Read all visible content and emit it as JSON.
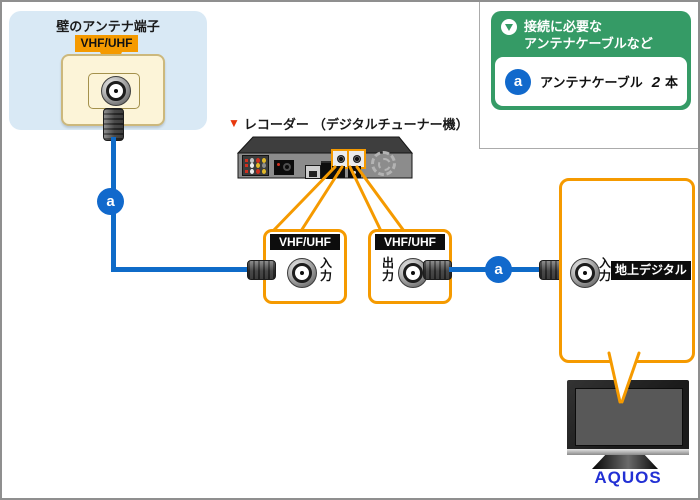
{
  "wall": {
    "title": "壁のアンテナ端子",
    "label": "VHF/UHF"
  },
  "legend": {
    "heading1": "接続に必要な",
    "heading2": "アンテナケーブルなど",
    "badge": "a",
    "item_label": "アンテナケーブル",
    "count_number": "2",
    "count_unit": "本"
  },
  "recorder": {
    "marker": "▼",
    "name": "レコーダー",
    "note": "（デジタルチューナー機）"
  },
  "boxes": {
    "input": {
      "banner": "VHF/UHF",
      "port": "入力"
    },
    "output": {
      "banner": "VHF/UHF",
      "port": "出力"
    },
    "tv": {
      "port": "入力",
      "tag": "地上デジタル"
    }
  },
  "cable_badge": "a",
  "tv_brand": "AQUOS",
  "colors": {
    "accent_orange": "#F59A00",
    "cable_blue": "#0F6BC8",
    "badge_blue": "#1169CC",
    "legend_green": "#359B66",
    "brand_blue": "#2230D4"
  }
}
